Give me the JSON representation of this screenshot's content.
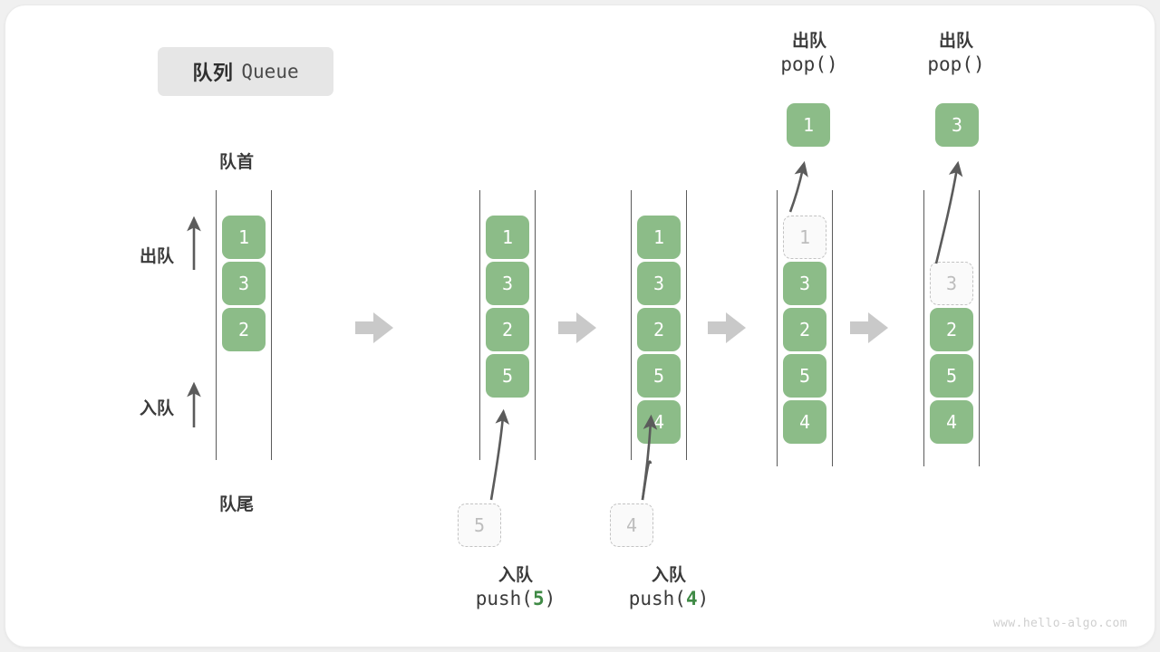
{
  "title": {
    "cn": "队列",
    "en": "Queue"
  },
  "colors": {
    "cell_fill": "#8cbc88",
    "cell_text": "#ffffff",
    "ghost_border": "#c3c3c3",
    "ghost_text": "#bdbdbd",
    "rail": "#5b5b5b",
    "arrow_gray": "#c9c9c9",
    "arrow_dark": "#5b5b5b",
    "accent_green": "#3f8a45",
    "label_text": "#3a3a3a",
    "chip_bg": "#e6e6e6",
    "card_bg": "#ffffff",
    "page_bg": "#f0f0f0"
  },
  "labels": {
    "head": "队首",
    "tail": "队尾",
    "dequeue_side": "出队",
    "enqueue_side": "入队"
  },
  "operations": {
    "push_5": {
      "cn": "入队",
      "fn_prefix": "push(",
      "arg": "5",
      "fn_suffix": ")"
    },
    "push_4": {
      "cn": "入队",
      "fn_prefix": "push(",
      "arg": "4",
      "fn_suffix": ")"
    },
    "pop_1": {
      "cn": "出队",
      "call": "pop()"
    },
    "pop_2": {
      "cn": "出队",
      "call": "pop()"
    }
  },
  "columns": [
    {
      "id": "initial",
      "slots": [
        {
          "value": "1",
          "state": "filled"
        },
        {
          "value": "3",
          "state": "filled"
        },
        {
          "value": "2",
          "state": "filled"
        }
      ]
    },
    {
      "id": "after-push-5",
      "slots": [
        {
          "value": "1",
          "state": "filled"
        },
        {
          "value": "3",
          "state": "filled"
        },
        {
          "value": "2",
          "state": "filled"
        },
        {
          "value": "5",
          "state": "filled"
        }
      ],
      "incoming": {
        "value": "5",
        "state": "ghost"
      }
    },
    {
      "id": "after-push-4",
      "slots": [
        {
          "value": "1",
          "state": "filled"
        },
        {
          "value": "3",
          "state": "filled"
        },
        {
          "value": "2",
          "state": "filled"
        },
        {
          "value": "5",
          "state": "filled"
        },
        {
          "value": "4",
          "state": "filled"
        }
      ],
      "incoming": {
        "value": "4",
        "state": "ghost"
      }
    },
    {
      "id": "after-pop-1",
      "slots": [
        {
          "value": "1",
          "state": "ghost"
        },
        {
          "value": "3",
          "state": "filled"
        },
        {
          "value": "2",
          "state": "filled"
        },
        {
          "value": "5",
          "state": "filled"
        },
        {
          "value": "4",
          "state": "filled"
        }
      ],
      "outgoing": {
        "value": "1",
        "state": "filled"
      }
    },
    {
      "id": "after-pop-3",
      "slots": [
        {
          "value": "",
          "state": "empty"
        },
        {
          "value": "3",
          "state": "ghost"
        },
        {
          "value": "2",
          "state": "filled"
        },
        {
          "value": "5",
          "state": "filled"
        },
        {
          "value": "4",
          "state": "filled"
        }
      ],
      "outgoing": {
        "value": "3",
        "state": "filled"
      }
    }
  ],
  "watermark": "www.hello-algo.com"
}
